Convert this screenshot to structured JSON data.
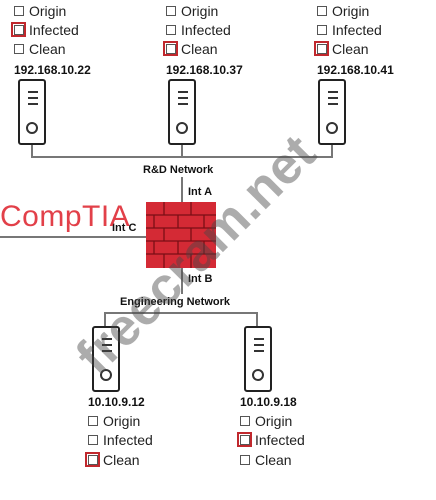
{
  "options": [
    "Origin",
    "Infected",
    "Clean"
  ],
  "hosts": [
    {
      "ip": "192.168.10.22",
      "marked": "Infected"
    },
    {
      "ip": "192.168.10.37",
      "marked": "Clean"
    },
    {
      "ip": "192.168.10.41",
      "marked": "Clean"
    },
    {
      "ip": "10.10.9.12",
      "marked": "Clean"
    },
    {
      "ip": "10.10.9.18",
      "marked": "Infected"
    }
  ],
  "networks": {
    "rd": "R&D Network",
    "eng": "Engineering Network"
  },
  "interfaces": {
    "a": "Int A",
    "b": "Int B",
    "c": "Int C"
  },
  "watermarks": {
    "brand": "CompTIA",
    "site": "freecram.net"
  },
  "colors": {
    "marker": "#c0282d",
    "firewall": "#d42a35",
    "brand": "#e0303a"
  },
  "icons": {
    "server": "server-tower-icon",
    "firewall": "firewall-brick-icon"
  }
}
